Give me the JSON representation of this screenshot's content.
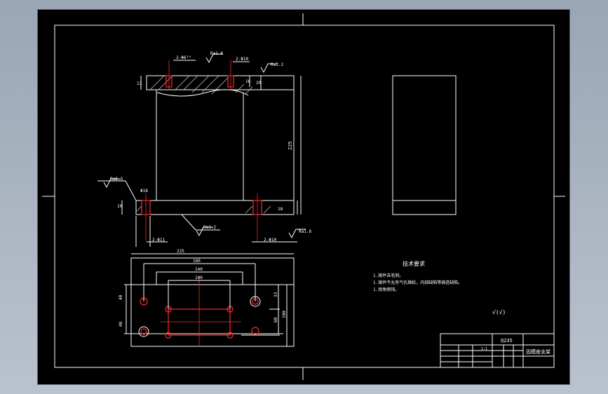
{
  "colors": {
    "background": "#000000",
    "lines": "#ffffff",
    "holes": "#ff2a2a",
    "window": "#a9b4c0"
  },
  "drawing": {
    "front_view": {
      "top_holes_label": "2-Φ6²⁰",
      "top_roughness": "Ra1.6",
      "top_right_label": "2-Φ10",
      "top_right_roughness": "Ra3.2",
      "dim_left": "13",
      "dim_mid": "16",
      "dim_mid2": "20",
      "height_dim": "225",
      "left_roughness": "Ra6.3",
      "left_hole": "Φ18",
      "left_dim": "10",
      "bottom_dim": "18",
      "bottom_roughness": "Ra1.2",
      "bottom_left_label": "2-Φ11",
      "bottom_right_label": "2-Φ10",
      "bottom_right_roughness": "Ra1.6"
    },
    "top_view": {
      "dim_225": "225",
      "dim_180": "180",
      "dim_140": "140",
      "dim_100": "100",
      "dim_40": "40",
      "dim_48": "48",
      "dim_33": "33",
      "dim_60": "60",
      "dim_100v": "100"
    },
    "notes": {
      "title": "技术要求",
      "items": [
        "1.铸件去毛刺。",
        "1.铸件不允有气孔缩松，内部缺陷等铸造缺陷。",
        "1.锐角倒钝。"
      ]
    },
    "roughness_symbol": "√(√)",
    "title_block": {
      "material": "Q235",
      "part_name": "固模座支架",
      "scale_row": "1:1"
    }
  }
}
